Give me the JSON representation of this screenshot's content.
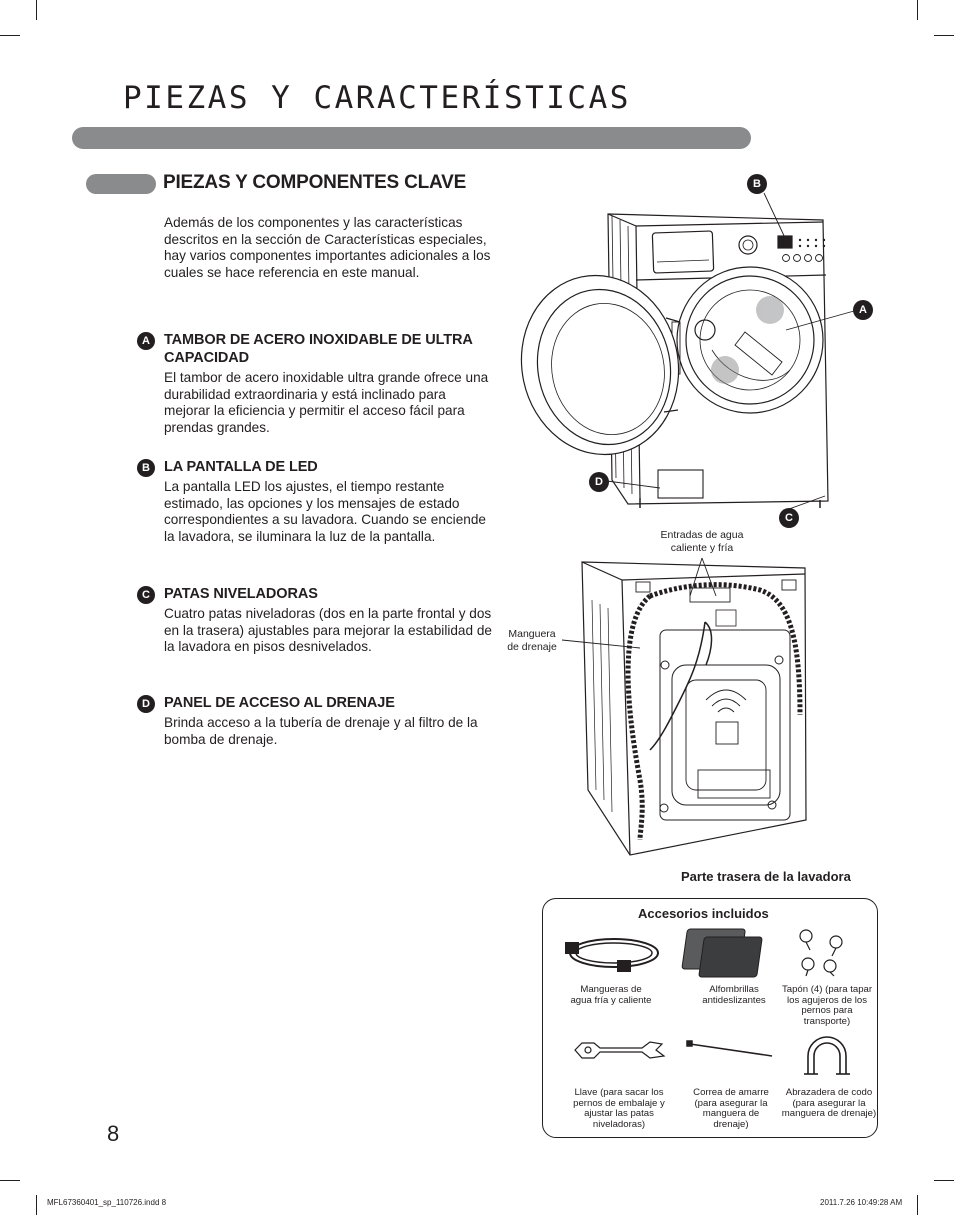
{
  "page": {
    "title": "PIEZAS Y CARACTERÍSTICAS",
    "page_number": "8",
    "footer_left": "MFL67360401_sp_110726.indd   8",
    "footer_right": "2011.7.26   10:49:28 AM"
  },
  "section": {
    "heading": "PIEZAS Y COMPONENTES CLAVE",
    "intro": "Además de los componentes y las características descritos en la sección de Características especiales, hay varios componentes importantes adicionales a los cuales se hace referencia en este manual."
  },
  "features": [
    {
      "letter": "A",
      "title": "TAMBOR DE ACERO INOXIDABLE DE ULTRA CAPACIDAD",
      "text": "El tambor de acero inoxidable ultra grande ofrece una durabilidad extraordinaria y está inclinado para mejorar la eficiencia y permitir el acceso fácil para prendas grandes."
    },
    {
      "letter": "B",
      "title": "LA PANTALLA DE LED",
      "text": "La pantalla LED los ajustes, el tiempo restante estimado, las opciones y los mensajes de estado correspondientes a su lavadora. Cuando se enciende la lavadora, se iluminara la luz de la pantalla."
    },
    {
      "letter": "C",
      "title": "PATAS NIVELADORAS",
      "text": "Cuatro patas niveladoras (dos en la parte frontal y dos en la trasera) ajustables para mejorar la estabilidad de la lavadora en pisos desnivelados."
    },
    {
      "letter": "D",
      "title": "PANEL DE ACCESO AL DRENAJE",
      "text": "Brinda acceso a la tubería de drenaje y al filtro de la bomba de drenaje."
    }
  ],
  "front_diagram": {
    "callouts": [
      "B",
      "A",
      "D",
      "C"
    ]
  },
  "rear_diagram": {
    "inlet_label": "Entradas de agua caliente y fría",
    "drain_label": "Manguera de drenaje",
    "caption": "Parte trasera de la lavadora"
  },
  "accessories": {
    "title": "Accesorios incluidos",
    "items": [
      {
        "label": "Mangueras de agua fría y caliente",
        "icon": "hoses-icon"
      },
      {
        "label": "Alfombrillas antideslizantes",
        "icon": "pads-icon"
      },
      {
        "label": "Tapón (4) (para tapar los agujeros de los pernos para transporte)",
        "icon": "caps-icon"
      },
      {
        "label": "Llave (para sacar los pernos de embalaje y ajustar las patas niveladoras)",
        "icon": "wrench-icon"
      },
      {
        "label": "Correa de amarre (para asegurar la manguera de drenaje)",
        "icon": "tie-strap-icon"
      },
      {
        "label": "Abrazadera de codo (para asegurar la manguera de drenaje)",
        "icon": "elbow-bracket-icon"
      }
    ]
  }
}
